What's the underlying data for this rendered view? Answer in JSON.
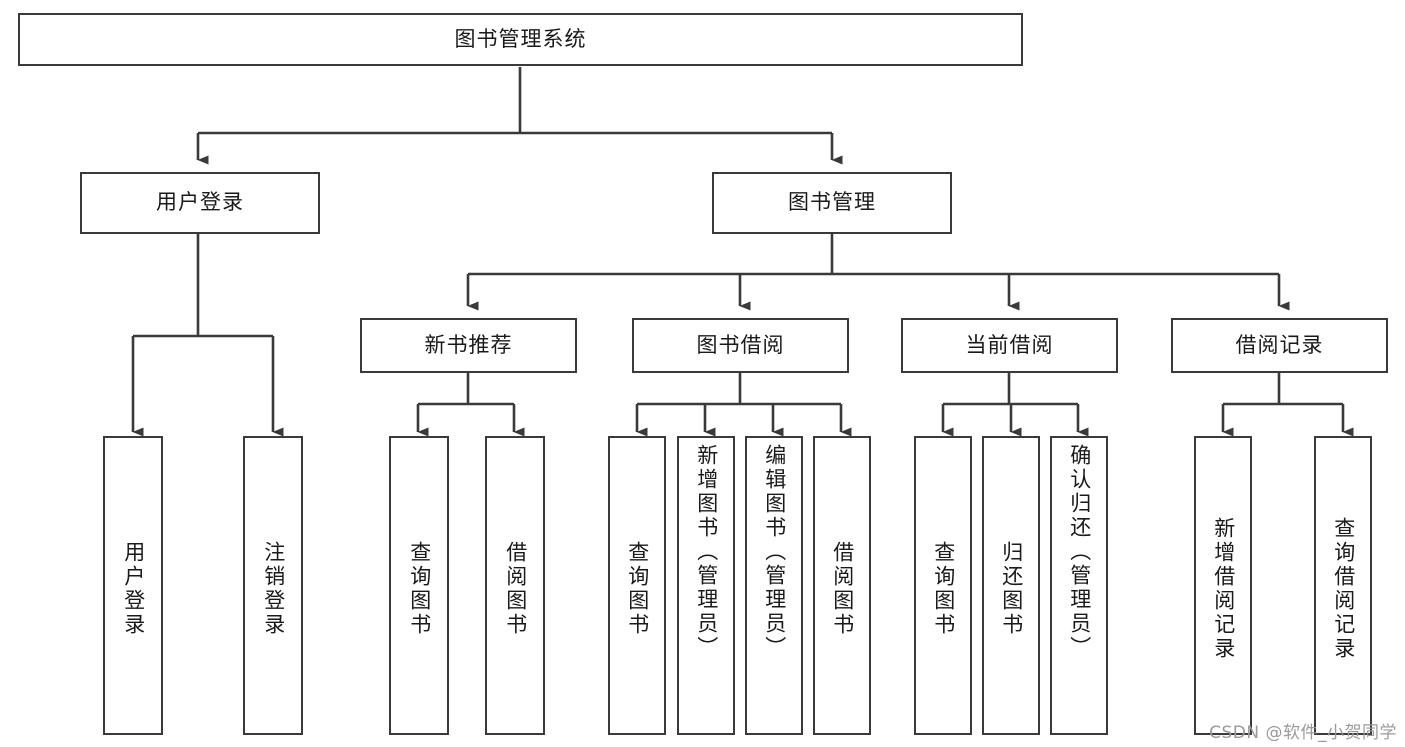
{
  "diagram": {
    "type": "tree-hierarchy",
    "title": "图书管理系统",
    "root": {
      "label": "图书管理系统"
    },
    "level2": [
      {
        "label": "用户登录"
      },
      {
        "label": "图书管理"
      }
    ],
    "level3": [
      {
        "label": "新书推荐"
      },
      {
        "label": "图书借阅"
      },
      {
        "label": "当前借阅"
      },
      {
        "label": "借阅记录"
      }
    ],
    "leaves": {
      "user_login": [
        {
          "label": "用户登录"
        },
        {
          "label": "注销登录"
        }
      ],
      "new_book_recommend": [
        {
          "label": "查询图书"
        },
        {
          "label": "借阅图书"
        }
      ],
      "book_borrow": [
        {
          "label": "查询图书"
        },
        {
          "label": "新增图书（管理员）"
        },
        {
          "label": "编辑图书（管理员）"
        },
        {
          "label": "借阅图书"
        }
      ],
      "current_borrow": [
        {
          "label": "查询图书"
        },
        {
          "label": "归还图书"
        },
        {
          "label": "确认归还（管理员）"
        }
      ],
      "borrow_record": [
        {
          "label": "新增借阅记录"
        },
        {
          "label": "查询借阅记录"
        }
      ]
    },
    "watermark": "CSDN @软件_小贺同学",
    "colors": {
      "stroke": "#3a3a3a",
      "fill": "#ffffff",
      "text": "#1a1a1a",
      "watermark": "#9a9a9a"
    }
  }
}
